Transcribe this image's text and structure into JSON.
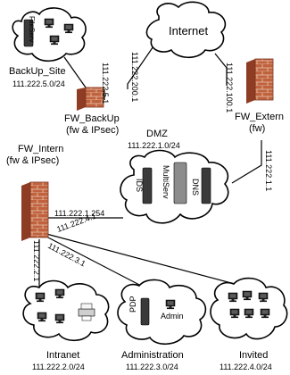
{
  "backup_site": {
    "name": "BackUp_Site",
    "subnet": "111.222.5.0/24",
    "server_label": "FileServ"
  },
  "internet": {
    "label": "Internet"
  },
  "fw_backup": {
    "name": "FW_BackUp",
    "role": "(fw & IPsec)",
    "ip_backup_side": "111.222.5.1",
    "ip_internet_side": "111.222.200.1"
  },
  "fw_extern": {
    "name": "FW_Extern",
    "role": "(fw)",
    "ip_internet_side": "111.222.100.1",
    "ip_dmz_side": "111.222.1.1"
  },
  "dmz": {
    "name": "DMZ",
    "subnet": "111.222.1.0/24",
    "servers": [
      "IDS",
      "MultiServ",
      "DNS"
    ]
  },
  "fw_intern": {
    "name": "FW_Intern",
    "role": "(fw & IPsec)",
    "ip_dmz_side": "111.222.1.254",
    "ip_intranet": "111.222.2.1",
    "ip_administration": "111.222.3.1",
    "ip_invited": "111.222.4.1"
  },
  "intranet": {
    "name": "Intranet",
    "subnet": "111.222.2.0/24"
  },
  "administration": {
    "name": "Administration",
    "subnet": "111.222.3.0/24",
    "hosts": [
      "PDP",
      "Admin"
    ]
  },
  "invited": {
    "name": "Invited",
    "subnet": "111.222.4.0/24"
  }
}
